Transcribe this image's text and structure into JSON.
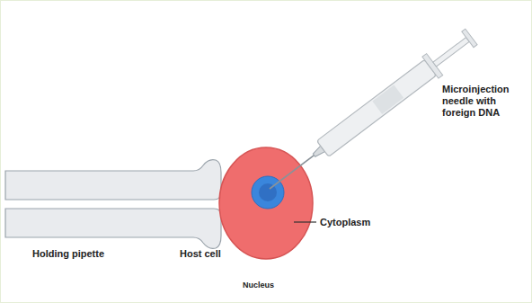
{
  "diagram": {
    "labels": [
      "Microinjection needle with foreign DNA",
      "Cytoplasm",
      "Holding pipette",
      "Host cell",
      "Nucleus"
    ]
  }
}
